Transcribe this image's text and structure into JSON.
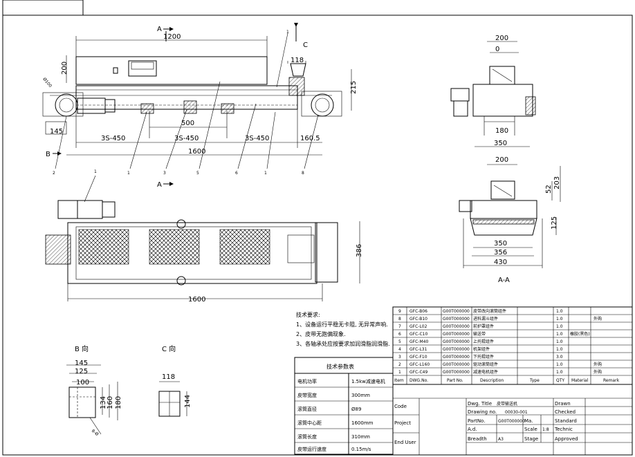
{
  "side_view": {
    "section_label": "A",
    "view_label_c": "C",
    "view_label_b": "B",
    "dim_length_top": "1200",
    "dim_height_left": "200",
    "dim_hopper": "118",
    "dim_right_height": "215",
    "dim_left_small": "145",
    "dim_mid": "500",
    "dim_pitch_1": "3S-450",
    "dim_pitch_2": "3S-450",
    "dim_pitch_3": "3S-450",
    "dim_end": "160.5",
    "dim_total": "1600",
    "diag_dim": "Ø100",
    "balloons": [
      "2",
      "1",
      "3",
      "5",
      "6",
      "1",
      "8"
    ],
    "balloon_top": "1"
  },
  "top_view": {
    "balloon": "1",
    "dim_total": "1600",
    "dim_width": "386"
  },
  "end_view": {
    "dim_top": "200",
    "dim_zero": "0",
    "dim_mid": "180",
    "dim_bottom": "350"
  },
  "section_view": {
    "dim_top": "200",
    "dim_52": "52",
    "dim_203": "203",
    "dim_125": "125",
    "dim_350": "350",
    "dim_356": "356",
    "dim_430": "430",
    "label": "A-A"
  },
  "b_view": {
    "title": "B 向",
    "dims": [
      "145",
      "125",
      "100",
      "134",
      "160",
      "180"
    ],
    "diag": "8-Ø"
  },
  "c_view": {
    "title": "C 向",
    "dim_top": "118",
    "dim_right": "144"
  },
  "tech_requirements": {
    "title": "技术要求:",
    "items": [
      "1、设备运行平稳无卡阻, 无异常声响.",
      "2、皮带无跑偏现象.",
      "3、各轴承处应按要求加润滑脂润滑脂."
    ]
  },
  "params_table": {
    "title": "技术参数表",
    "rows": [
      {
        "label": "电机功率",
        "value": "1.5kw减速电机"
      },
      {
        "label": "皮带宽度",
        "value": "300mm"
      },
      {
        "label": "滚筒直径",
        "value": "Ø89"
      },
      {
        "label": "滚筒中心距",
        "value": "1600mm"
      },
      {
        "label": "滚筒长度",
        "value": "310mm"
      },
      {
        "label": "皮带运行速度",
        "value": "0.15m/s"
      }
    ]
  },
  "bom": {
    "rows": [
      {
        "no": "9",
        "code": "GFC-B06",
        "num": "G00T000000",
        "name": "皮带改向滚筒组件",
        "qty": "1.0",
        "mat": "",
        "note": ""
      },
      {
        "no": "8",
        "code": "GFC-B10",
        "num": "G00T000000",
        "name": "进料漏斗组件",
        "qty": "1.0",
        "mat": "",
        "note": "外购"
      },
      {
        "no": "7",
        "code": "GFC-L02",
        "num": "G00T000000",
        "name": "前护罩组件",
        "qty": "1.0",
        "mat": "",
        "note": ""
      },
      {
        "no": "6",
        "code": "GFC-C10",
        "num": "G00T000000",
        "name": "输送带",
        "qty": "1.0",
        "mat": "橡胶(黑色)",
        "note": ""
      },
      {
        "no": "5",
        "code": "GFC-M40",
        "num": "G00T000000",
        "name": "上托辊组件",
        "qty": "1.0",
        "mat": "",
        "note": ""
      },
      {
        "no": "4",
        "code": "GFC-L31",
        "num": "G00T000000",
        "name": "机架组件",
        "qty": "1.0",
        "mat": "",
        "note": ""
      },
      {
        "no": "3",
        "code": "GFC-F10",
        "num": "G00T000000",
        "name": "下托辊组件",
        "qty": "3.0",
        "mat": "",
        "note": ""
      },
      {
        "no": "2",
        "code": "GFC-L160",
        "num": "G00T000000",
        "name": "驱动滚筒组件",
        "qty": "1.0",
        "mat": "",
        "note": "外购"
      },
      {
        "no": "1",
        "code": "GFC-C49",
        "num": "G00T000000",
        "name": "减速电机组件",
        "qty": "1.0",
        "mat": "",
        "note": "外购"
      }
    ],
    "header": [
      "Item",
      "DWG.No.",
      "Part No.",
      "Description",
      "Type",
      "QTY",
      "Material",
      "Remark"
    ]
  },
  "title_block": {
    "code_label": "Code",
    "project_label": "Project",
    "end_user_label": "End User",
    "dwg_title_label": "Dwg. Title",
    "dwg_title_value": "皮带输送机",
    "drawing_no_label": "Drawing no.",
    "drawing_no_value": "00030-001",
    "part_no_label": "PartNo.",
    "part_no_value": "G00T000000",
    "ma_label": "Ma.",
    "ad_label": "A.d.",
    "scale_label": "Scale",
    "scale_value": "1:8",
    "breadth_label": "Breadth",
    "breadth_value": "A3",
    "stage_label": "Stage",
    "drawn": "Drawn",
    "checked": "Checked",
    "standard": "Standard",
    "technic": "Technic",
    "approved": "Approved"
  }
}
